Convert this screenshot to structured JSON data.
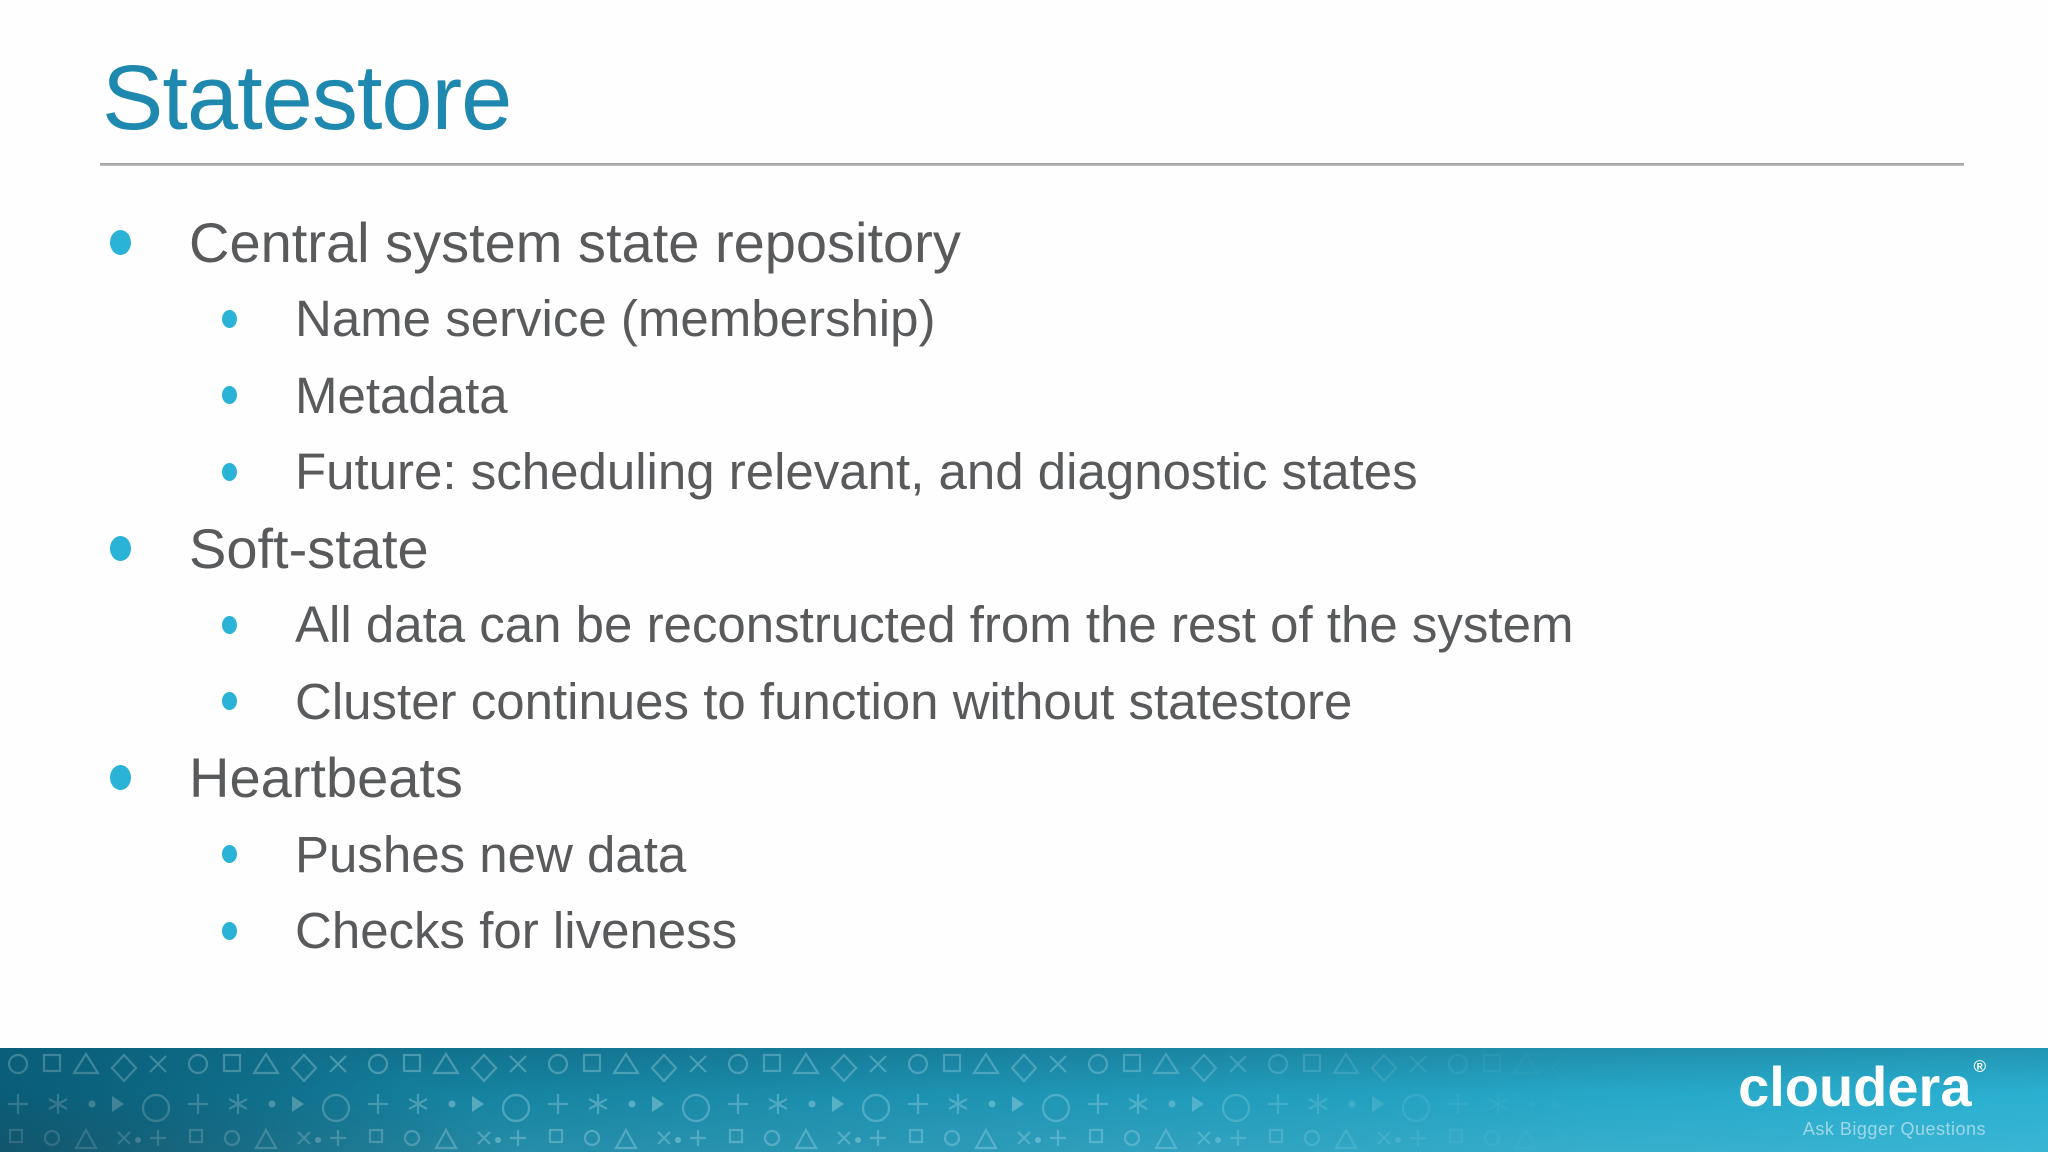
{
  "slide": {
    "title": "Statestore",
    "items": [
      {
        "level": 1,
        "text": "Central system state repository"
      },
      {
        "level": 2,
        "text": "Name service (membership)"
      },
      {
        "level": 2,
        "text": "Metadata"
      },
      {
        "level": 2,
        "text": "Future: scheduling relevant, and diagnostic states"
      },
      {
        "level": 1,
        "text": "Soft-state"
      },
      {
        "level": 2,
        "text": "All data can be reconstructed from the rest of the system"
      },
      {
        "level": 2,
        "text": "Cluster continues to function without statestore"
      },
      {
        "level": 1,
        "text": "Heartbeats"
      },
      {
        "level": 2,
        "text": "Pushes new data"
      },
      {
        "level": 2,
        "text": "Checks for liveness"
      }
    ]
  },
  "footer": {
    "brand": "cloudera",
    "registered_mark": "®",
    "tagline": "Ask Bigger Questions"
  },
  "colors": {
    "title_teal": "#1e88af",
    "body_text": "#595a5c",
    "bullet_cyan": "#2ab3d6",
    "rule_gray": "#a8a8a8",
    "footer_left": "#0c7190",
    "footer_right": "#2bb0d1",
    "tagline_blue": "#9ed7e7"
  }
}
